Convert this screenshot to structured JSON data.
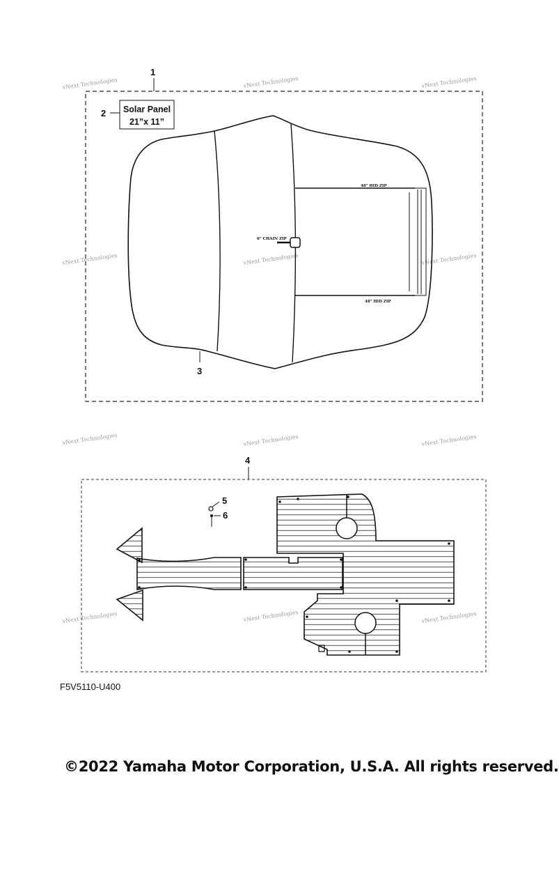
{
  "callouts": {
    "c1": "1",
    "c2": "2",
    "c3": "3",
    "c4": "4",
    "c5": "5",
    "c6": "6"
  },
  "solar_panel": {
    "line1": "Solar Panel",
    "line2": "21”x 11”"
  },
  "cover_labels": {
    "top_zip": "48\" HID ZIP",
    "chain_zip": "6\" CHAIN ZIP",
    "bottom_zip": "48\" HID ZIP"
  },
  "watermark": {
    "text": "vNext Technologies"
  },
  "drawing_code": "F5V5110-U400",
  "copyright": "©2022 Yamaha Motor Corporation, U.S.A. All rights reserved."
}
